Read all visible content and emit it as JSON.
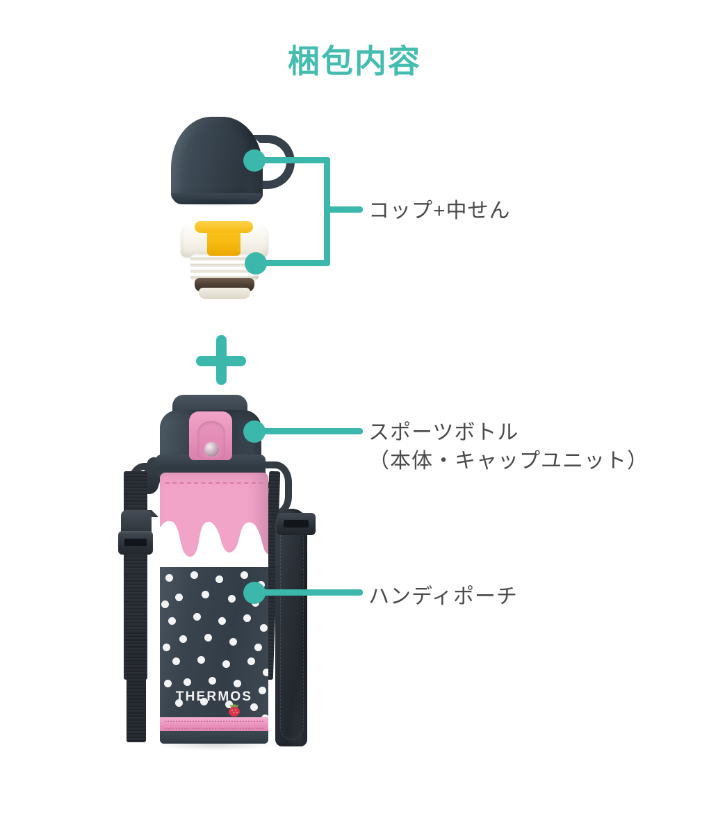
{
  "page": {
    "title": "梱包内容",
    "background_color": "#ffffff",
    "accent_color": "#3bb8ab",
    "label_text_color": "#4a4a4a"
  },
  "callouts": [
    {
      "name": "cup-and-stopper",
      "line1": "コップ+中せん",
      "line2": "",
      "leader_type": "bracket",
      "targets": [
        "cup",
        "inner-stopper"
      ]
    },
    {
      "name": "sports-bottle",
      "line1": "スポーツボトル",
      "line2": "（本体・キャップユニット）",
      "leader_type": "line",
      "targets": [
        "cap-unit"
      ]
    },
    {
      "name": "handy-pouch",
      "line1": "ハンディポーチ",
      "line2": "",
      "leader_type": "line",
      "targets": [
        "pouch-body"
      ]
    }
  ],
  "operator": {
    "symbol": "+",
    "name": "plus-sign",
    "color": "#3bb8ab"
  },
  "product": {
    "brand_mark": "THERMOS",
    "colors": {
      "cup_dark": "#343f49",
      "cap_dark": "#333d47",
      "accent_pink": "#ea93bd",
      "pouch_dark": "#3a444e",
      "dot_white": "#f4f4f4",
      "stopper_cream": "#f6f3ea",
      "stopper_yellow": "#f7bb14",
      "gasket_brown": "#4c3e32",
      "strap_black": "#262b31",
      "berry_red": "#d8344a",
      "berry_leaf": "#7ea04a"
    },
    "parts": [
      {
        "name": "cup",
        "label": "コップ"
      },
      {
        "name": "inner-stopper",
        "label": "中せん"
      },
      {
        "name": "cap-unit",
        "label": "キャップユニット"
      },
      {
        "name": "bottle-body",
        "label": "本体"
      },
      {
        "name": "handy-pouch",
        "label": "ハンディポーチ"
      },
      {
        "name": "shoulder-strap",
        "label": "ショルダーベルト"
      }
    ],
    "pouch_pattern": {
      "top_band": "pink",
      "drip": "white melting drip",
      "body": "navy with white polka dots",
      "motif": "strawberry"
    }
  }
}
